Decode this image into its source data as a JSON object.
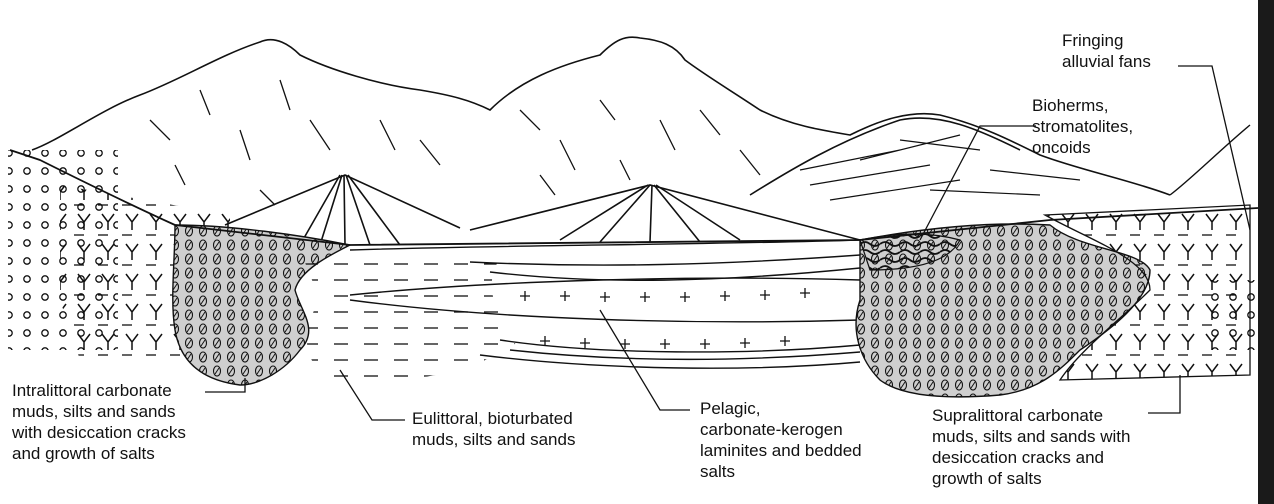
{
  "labels": {
    "fringing_fans": [
      "Fringing",
      "alluvial fans"
    ],
    "bioherms": [
      "Bioherms,",
      "stromatolites,",
      "oncoids"
    ],
    "intralittoral": [
      "Intralittoral carbonate",
      "muds, silts and sands",
      "with desiccation cracks",
      "and growth of salts"
    ],
    "eulittoral": [
      "Eulittoral, bioturbated",
      "muds, silts and sands"
    ],
    "pelagic": [
      "Pelagic,",
      "carbonate-kerogen",
      "laminites and bedded",
      "salts"
    ],
    "supralittoral": [
      "Supralittoral carbonate",
      "muds, silts and sands with",
      "desiccation cracks and",
      "growth of salts"
    ]
  },
  "colors": {
    "ink": "#111111",
    "background": "#ffffff"
  }
}
